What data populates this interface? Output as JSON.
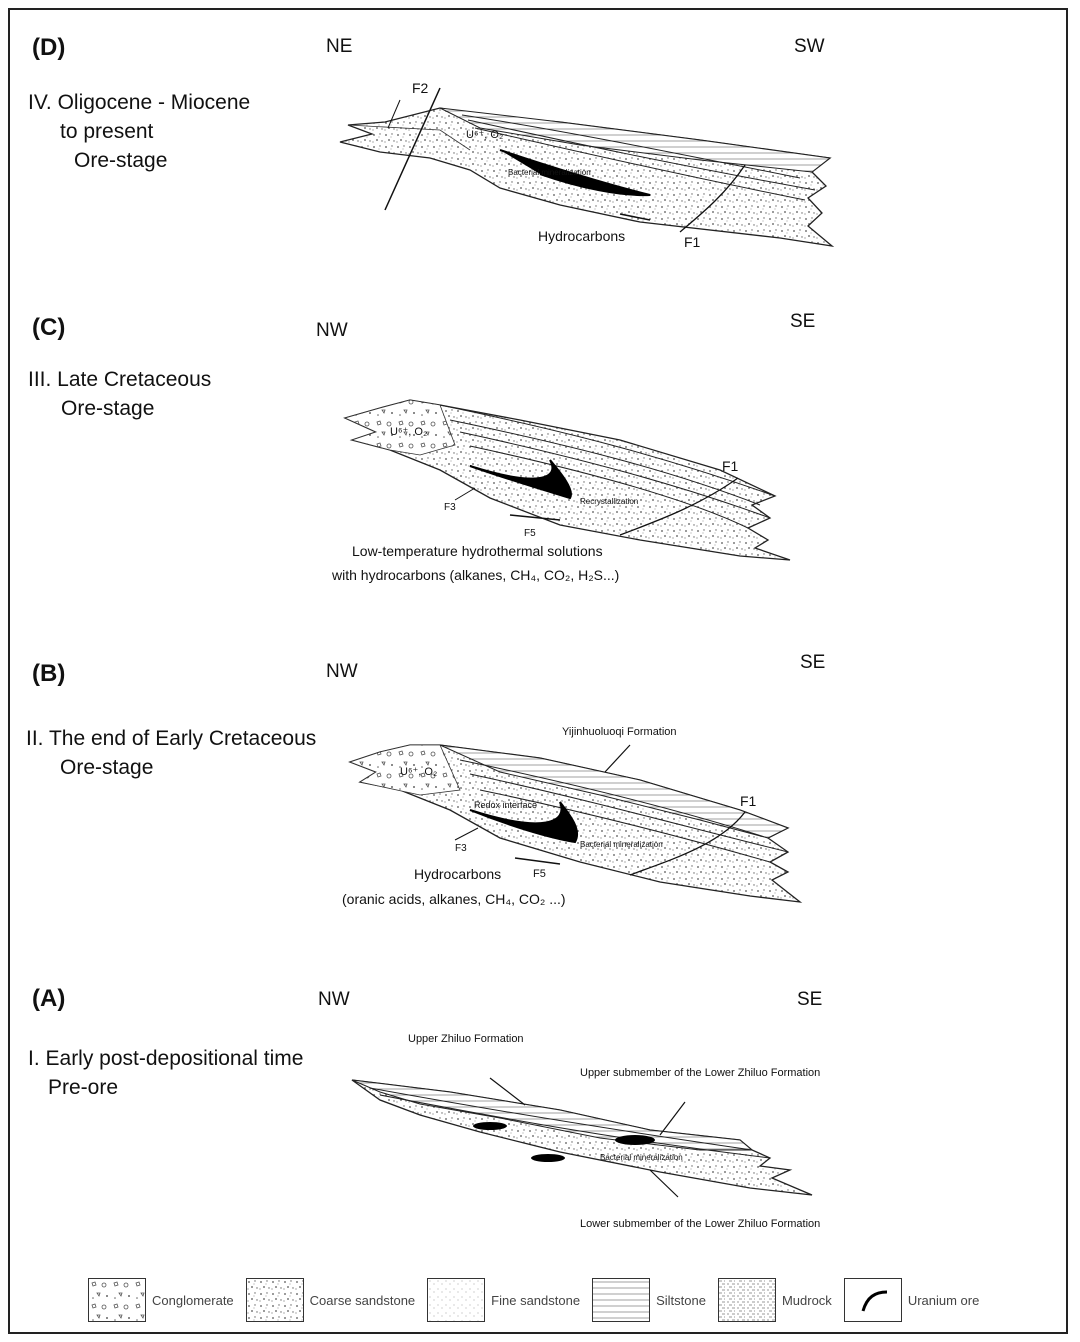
{
  "panels": {
    "d": {
      "id": "(D)",
      "left_dir": "NE",
      "right_dir": "SW",
      "stage_line1": "IV. Oligocene - Miocene",
      "stage_line2": "to present",
      "stage_line3": "Ore-stage",
      "labels": {
        "f2": "F2",
        "f1": "F1",
        "uo": "U⁶⁺, O₂",
        "bact": "Bacterial mineralization",
        "hc": "Hydrocarbons"
      }
    },
    "c": {
      "id": "(C)",
      "left_dir": "NW",
      "right_dir": "SE",
      "stage_line1": "III. Late Cretaceous",
      "stage_line2": "Ore-stage",
      "labels": {
        "uo": "U⁶⁺, O₂",
        "f1": "F1",
        "f3": "F3",
        "f5": "F5",
        "recryst": "Recrystallization",
        "note1": "Low-temperature hydrothermal solutions",
        "note2": "with hydrocarbons (alkanes, CH₄, CO₂, H₂S...)"
      }
    },
    "b": {
      "id": "(B)",
      "left_dir": "NW",
      "right_dir": "SE",
      "stage_line1": "II. The end of Early Cretaceous",
      "stage_line2": "Ore-stage",
      "labels": {
        "yijin": "Yijinhuoluoqi Formation",
        "uo": "U⁶⁺, O₂",
        "redox": "Redox interface",
        "f1": "F1",
        "f3": "F3",
        "f5": "F5",
        "bact": "Bacterial mineralization",
        "hc": "Hydrocarbons",
        "hc_detail": "(oranic acids, alkanes, CH₄, CO₂ ...)"
      }
    },
    "a": {
      "id": "(A)",
      "left_dir": "NW",
      "right_dir": "SE",
      "stage_line1": "I. Early post-depositional time",
      "stage_line2": "Pre-ore",
      "labels": {
        "upper_zhiluo": "Upper Zhiluo Formation",
        "upper_sub": "Upper submember of the Lower Zhiluo Formation",
        "bact": "Bacterial mineralization",
        "lower_sub": "Lower submember of the Lower Zhiluo Formation"
      }
    }
  },
  "legend": [
    {
      "label": "Conglomerate",
      "pattern": "conglomerate"
    },
    {
      "label": "Coarse sandstone",
      "pattern": "coarse"
    },
    {
      "label": "Fine sandstone",
      "pattern": "fine"
    },
    {
      "label": "Siltstone",
      "pattern": "silt"
    },
    {
      "label": "Mudrock",
      "pattern": "mud"
    },
    {
      "label": "Uranium ore",
      "pattern": "ore"
    }
  ],
  "colors": {
    "ink": "#111111",
    "ore": "#000000"
  }
}
